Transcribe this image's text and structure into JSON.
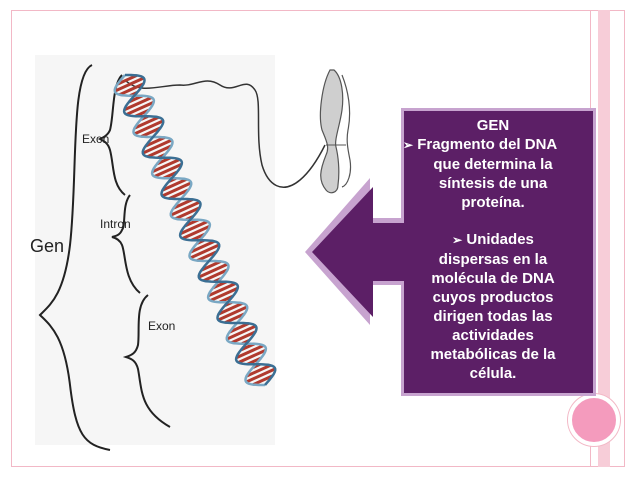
{
  "diagram": {
    "label_exon_top": "Exon",
    "label_intron": "Intron",
    "label_exon_bottom": "Exon",
    "label_gene": "Gen"
  },
  "callout": {
    "title": "GEN",
    "bullet_1": [
      "Fragmento del DNA",
      "que determina la",
      "síntesis de una",
      "proteína."
    ],
    "bullet_2": [
      "Unidades",
      "dispersas en la",
      "molécula de DNA",
      "cuyos productos",
      "dirigen todas las",
      "actividades",
      "metabólicas de la",
      "célula."
    ],
    "bullet_icon": "arrow-bullet-icon"
  },
  "colors": {
    "callout_bg": "#5c1f66",
    "callout_border": "#c7a3cf",
    "accent_pink": "#f49bbd",
    "frame": "#f2b8c6",
    "helix_red": "#b03a2e",
    "helix_blue": "#7aa8c4"
  }
}
